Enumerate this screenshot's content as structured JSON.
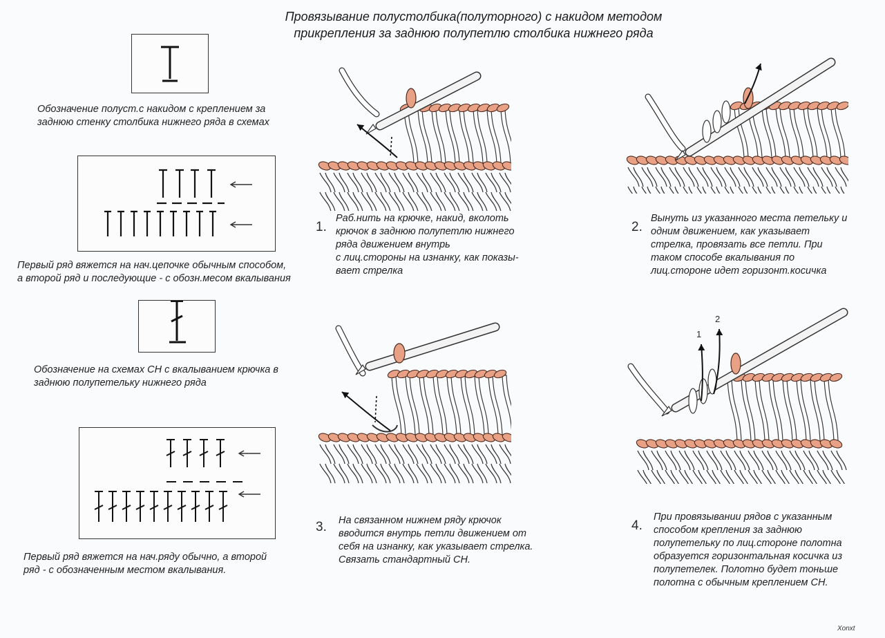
{
  "title": {
    "line1": "Провязывание полустолбика(полуторного) с накидом методом",
    "line2": "прикрепления за заднюю полупетлю столбика нижнего ряда"
  },
  "left": {
    "symbol1_caption": [
      "Обозначение полуст.с накидом с креплением за",
      "заднюю стенку столбика нижнего ряда в схемах"
    ],
    "scheme1_caption": [
      "Первый ряд вяжется на нач.цепочке обычным способом,",
      "а второй ряд и последующие  - с обозн.месом вкалывания"
    ],
    "symbol2_caption": [
      "Обозначение на схемах СН с вкалыванием крючка в",
      "заднюю полупетельку нижнего ряда"
    ],
    "scheme2_caption": [
      "Первый ряд вяжется на нач.ряду обычно, а второй",
      "ряд - с обозначенным местом вкалывания."
    ]
  },
  "steps": [
    {
      "number": "1.",
      "lines": [
        "Раб.нить на крючке, накид, вколоть",
        "крючок в заднюю полупетлю нижнего",
        "ряда движением внутрь",
        "с лиц.стороны на изнанку, как показы-",
        "  вает стрелка"
      ]
    },
    {
      "number": "2.",
      "lines": [
        "Вынуть из указанного места петельку и",
        "одним движением, как указывает",
        "стрелка, провязать все петли.  При",
        "таком способе вкалывания по",
        "лиц.стороне идет горизонт.косичка"
      ]
    },
    {
      "number": "3.",
      "lines": [
        "На связанном нижнем ряду крючок",
        "вводится внутрь петли движением  от",
        "себя на изнанку, как указывает стрелка.",
        " Связать стандартный СН."
      ]
    },
    {
      "number": "4.",
      "lines": [
        "При провязывании рядов с указанным",
        "способом крепления за заднюю",
        "полупетельку по лиц.стороне полотна",
        "образуется горизонтальная косичка из",
        "полупетелек. Полотно будет тоньше",
        "полотна с обычным креплением СН."
      ]
    }
  ],
  "arrow_labels": [
    "1",
    "2"
  ],
  "signature": "Xonxt",
  "colors": {
    "yarn_top": "#e8a185",
    "yarn_outline": "#4a2a20",
    "hook": "#f3f3f3",
    "ink": "#1a1a1a"
  }
}
